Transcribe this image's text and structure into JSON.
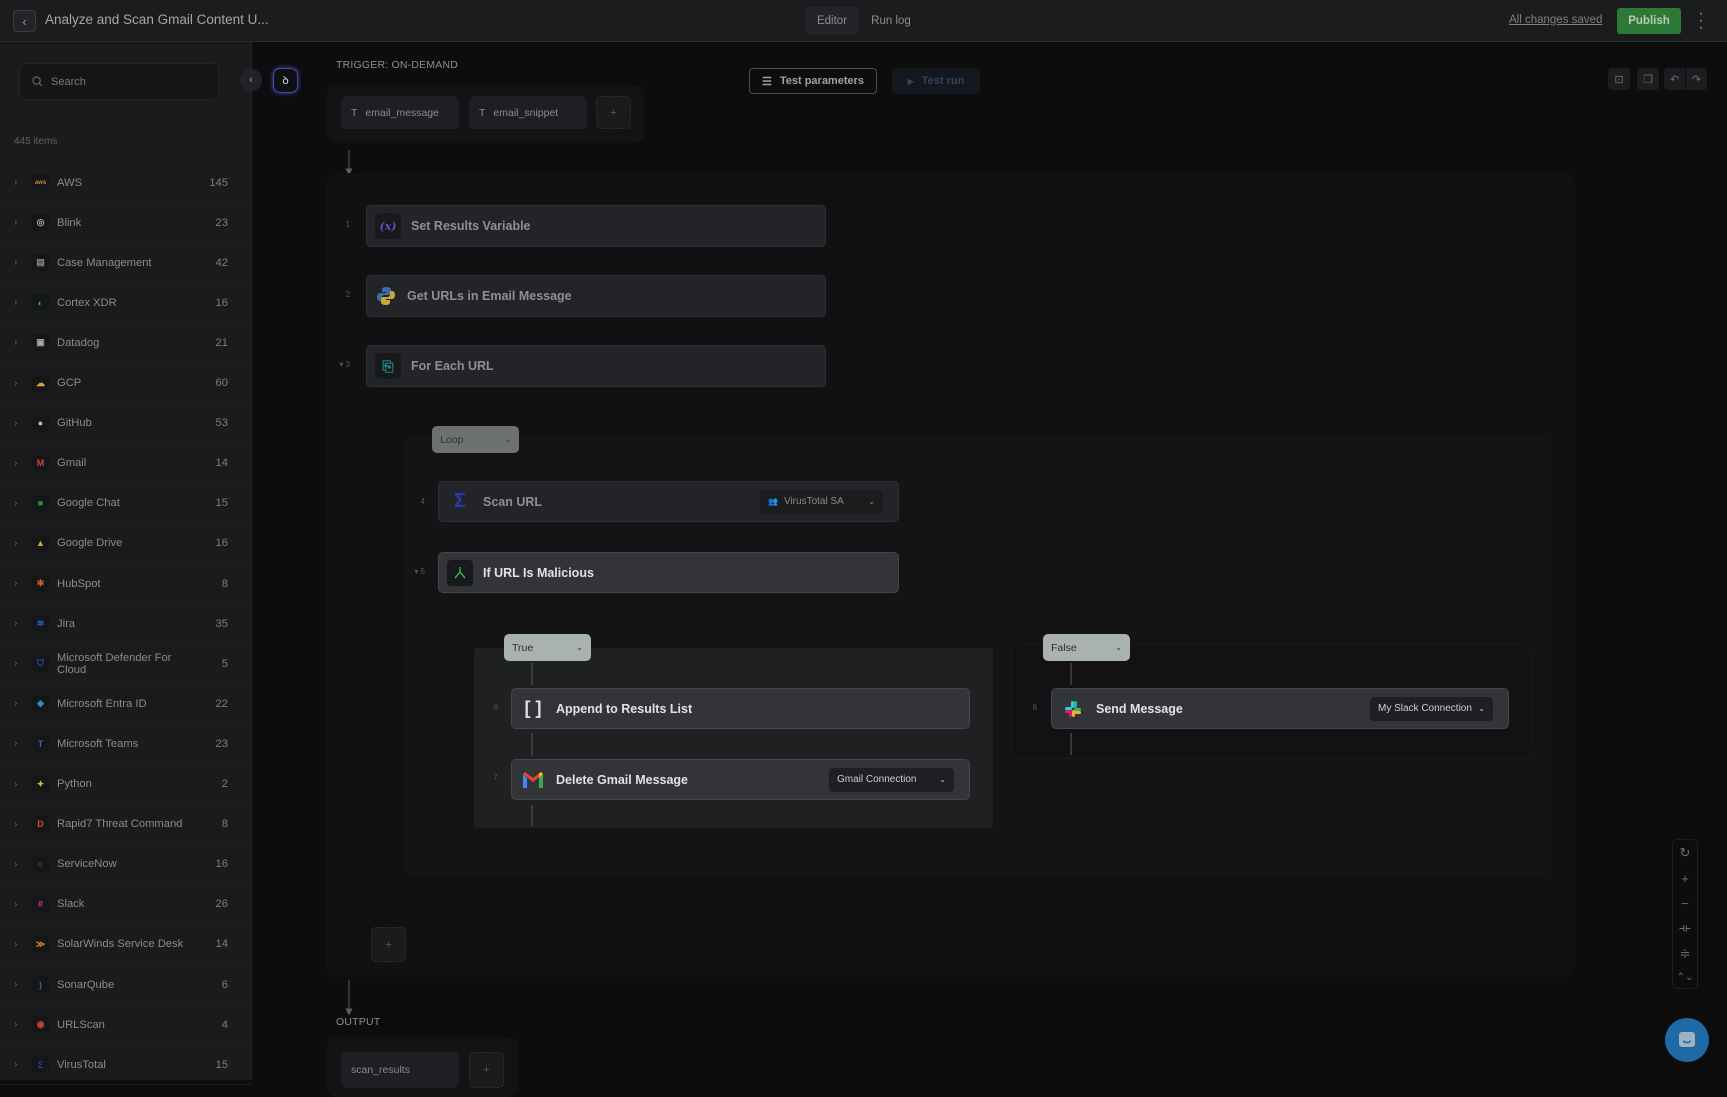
{
  "header": {
    "title": "Analyze and Scan Gmail Content U...",
    "tabs": [
      {
        "label": "Editor"
      },
      {
        "label": "Run log"
      }
    ],
    "saved_status": "All changes saved",
    "publish_label": "Publish"
  },
  "sidebar": {
    "search_placeholder": "Search",
    "count_label": "445 items",
    "items": [
      {
        "name": "AWS",
        "count": "145",
        "icon": "aws-icon",
        "color": "#c98a2a",
        "glyph": "aws"
      },
      {
        "name": "Blink",
        "count": "23",
        "icon": "blink-icon",
        "color": "#aaaaaa",
        "glyph": "◎"
      },
      {
        "name": "Case Management",
        "count": "42",
        "icon": "clipboard-icon",
        "color": "#888888",
        "glyph": "▤"
      },
      {
        "name": "Cortex XDR",
        "count": "16",
        "icon": "cortex-xdr-icon",
        "color": "#3aa84a",
        "glyph": "◐"
      },
      {
        "name": "Datadog",
        "count": "21",
        "icon": "datadog-icon",
        "color": "#aaaaaa",
        "glyph": "▣"
      },
      {
        "name": "GCP",
        "count": "60",
        "icon": "gcp-icon",
        "color": "#d9a13a",
        "glyph": "☁"
      },
      {
        "name": "GitHub",
        "count": "53",
        "icon": "github-icon",
        "color": "#bbbbbb",
        "glyph": "●"
      },
      {
        "name": "Gmail",
        "count": "14",
        "icon": "gmail-icon",
        "color": "#c9443a",
        "glyph": "M"
      },
      {
        "name": "Google Chat",
        "count": "15",
        "icon": "google-chat-icon",
        "color": "#2a8a3e",
        "glyph": "■"
      },
      {
        "name": "Google Drive",
        "count": "16",
        "icon": "google-drive-icon",
        "color": "#d8a93a",
        "glyph": "▲"
      },
      {
        "name": "HubSpot",
        "count": "8",
        "icon": "hubspot-icon",
        "color": "#d06a2a",
        "glyph": "✻"
      },
      {
        "name": "Jira",
        "count": "35",
        "icon": "jira-icon",
        "color": "#2a62c9",
        "glyph": "≋"
      },
      {
        "name": "Microsoft Defender For Cloud",
        "count": "5",
        "icon": "shield-icon",
        "color": "#1f5fa8",
        "glyph": "⛉"
      },
      {
        "name": "Microsoft Entra ID",
        "count": "22",
        "icon": "entra-id-icon",
        "color": "#2a8fc0",
        "glyph": "◆"
      },
      {
        "name": "Microsoft Teams",
        "count": "23",
        "icon": "teams-icon",
        "color": "#5558af",
        "glyph": "T"
      },
      {
        "name": "Python",
        "count": "2",
        "icon": "python-icon",
        "color": "#d9b93a",
        "glyph": "✦"
      },
      {
        "name": "Rapid7 Threat Command",
        "count": "8",
        "icon": "rapid7-icon",
        "color": "#c9502a",
        "glyph": "D"
      },
      {
        "name": "ServiceNow",
        "count": "16",
        "icon": "servicenow-icon",
        "color": "#5a9a8a",
        "glyph": "○"
      },
      {
        "name": "Slack",
        "count": "26",
        "icon": "slack-icon",
        "color": "#c93a7a",
        "glyph": "#"
      },
      {
        "name": "SolarWinds Service Desk",
        "count": "14",
        "icon": "solarwinds-icon",
        "color": "#d98a2a",
        "glyph": "≫"
      },
      {
        "name": "SonarQube",
        "count": "6",
        "icon": "sonarqube-icon",
        "color": "#3a6a9a",
        "glyph": ")"
      },
      {
        "name": "URLScan",
        "count": "4",
        "icon": "urlscan-icon",
        "color": "#c9443a",
        "glyph": "◉"
      },
      {
        "name": "VirusTotal",
        "count": "15",
        "icon": "virustotal-icon",
        "color": "#2a3ab0",
        "glyph": "Σ"
      }
    ]
  },
  "canvas": {
    "trigger_label": "TRIGGER: ON-DEMAND",
    "trigger_params": [
      {
        "name": "email_message"
      },
      {
        "name": "email_snippet"
      }
    ],
    "add_label": "+",
    "test_parameters_label": "Test parameters",
    "test_run_label": "Test run",
    "steps": [
      {
        "num": "1",
        "title": "Set Results Variable"
      },
      {
        "num": "2",
        "title": "Get URLs in Email Message"
      },
      {
        "num": "▾ 3",
        "title": "For Each URL"
      },
      {
        "num": "4",
        "title": "Scan URL",
        "connection": "VirusTotal SA"
      },
      {
        "num": "▾ 5",
        "title": "If URL Is Malicious"
      },
      {
        "num": "6",
        "title": "Append to Results List"
      },
      {
        "num": "7",
        "title": "Delete Gmail Message",
        "connection": "Gmail Connection"
      },
      {
        "num": "8",
        "title": "Send Message",
        "connection": "My Slack Connection"
      }
    ],
    "loop_label": "Loop",
    "true_label": "True",
    "false_label": "False",
    "output_label": "OUTPUT",
    "output_params": [
      {
        "name": "scan_results"
      }
    ]
  },
  "colors": {
    "publish": "#2d7a37",
    "chat": "#1f6aa5",
    "accent_purple": "#5a3fb0"
  }
}
